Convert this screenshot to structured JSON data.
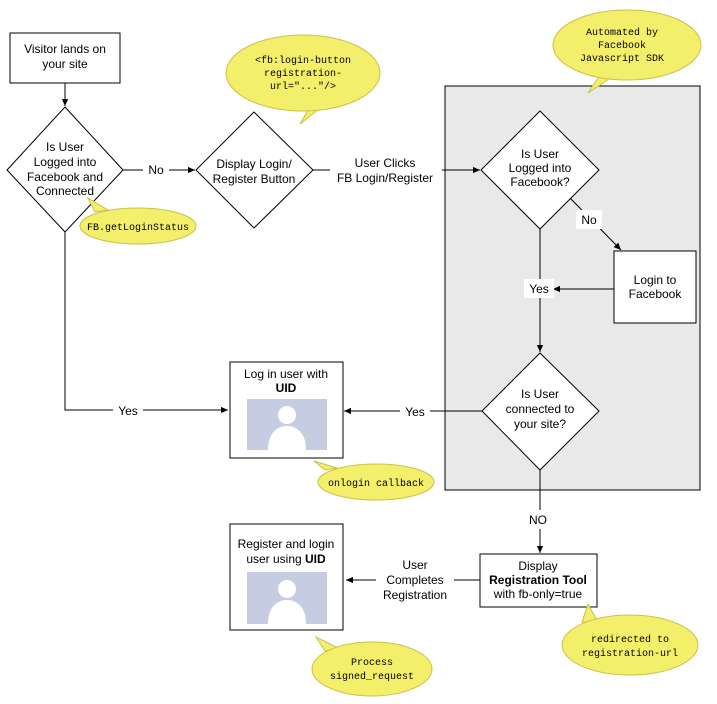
{
  "nodes": {
    "visitor_lands": {
      "line1": "Visitor lands on",
      "line2": "your site"
    },
    "is_user_logged_connected": {
      "line1": "Is User",
      "line2": "Logged into",
      "line3": "Facebook and",
      "line4": "Connected"
    },
    "display_login_button": {
      "line1": "Display Login/",
      "line2": "Register Button"
    },
    "is_user_logged_facebook": {
      "line1": "Is User",
      "line2": "Logged into",
      "line3": "Facebook?"
    },
    "login_to_facebook": {
      "line1": "Login to",
      "line2": "Facebook"
    },
    "is_user_connected_site": {
      "line1": "Is User",
      "line2": "connected to",
      "line3": "your site?"
    },
    "log_in_user_uid": {
      "line1": "Log in user with",
      "line2": "UID"
    },
    "display_registration_tool": {
      "line1": "Display",
      "line2": "Registration Tool",
      "line3": "with fb-only=true"
    },
    "register_login_uid": {
      "line1": "Register and login",
      "line2_prefix": "user using ",
      "line2_bold": "UID"
    }
  },
  "edge_labels": {
    "no_to_display": "No",
    "user_clicks_1": "User Clicks",
    "user_clicks_2": "FB Login/Register",
    "no_to_login": "No",
    "yes_from_login": "Yes",
    "yes_left": "Yes",
    "yes_connected": "Yes",
    "no_to_registration": "NO",
    "user_completes_1": "User",
    "user_completes_2": "Completes",
    "user_completes_3": "Registration"
  },
  "notes": {
    "fb_login_button": {
      "line1": "<fb:login-button",
      "line2": "registration-",
      "line3": "url=\"...\"/>"
    },
    "automated_sdk": {
      "line1": "Automated by",
      "line2": "Facebook",
      "line3": "Javascript SDK"
    },
    "get_login_status": {
      "line1": "FB.getLoginStatus"
    },
    "onlogin_callback": {
      "line1": "onlogin callback"
    },
    "redirected": {
      "line1": "redirected to",
      "line2": "registration-url"
    },
    "process_signed_request": {
      "line1": "Process",
      "line2": "signed_request"
    }
  },
  "colors": {
    "note_fill": "#f4ef6a",
    "note_stroke": "#c8c24a",
    "panel_fill": "#e9e9e9",
    "avatar_bg": "#c6cde3",
    "avatar_silhouette": "#ffffff"
  }
}
